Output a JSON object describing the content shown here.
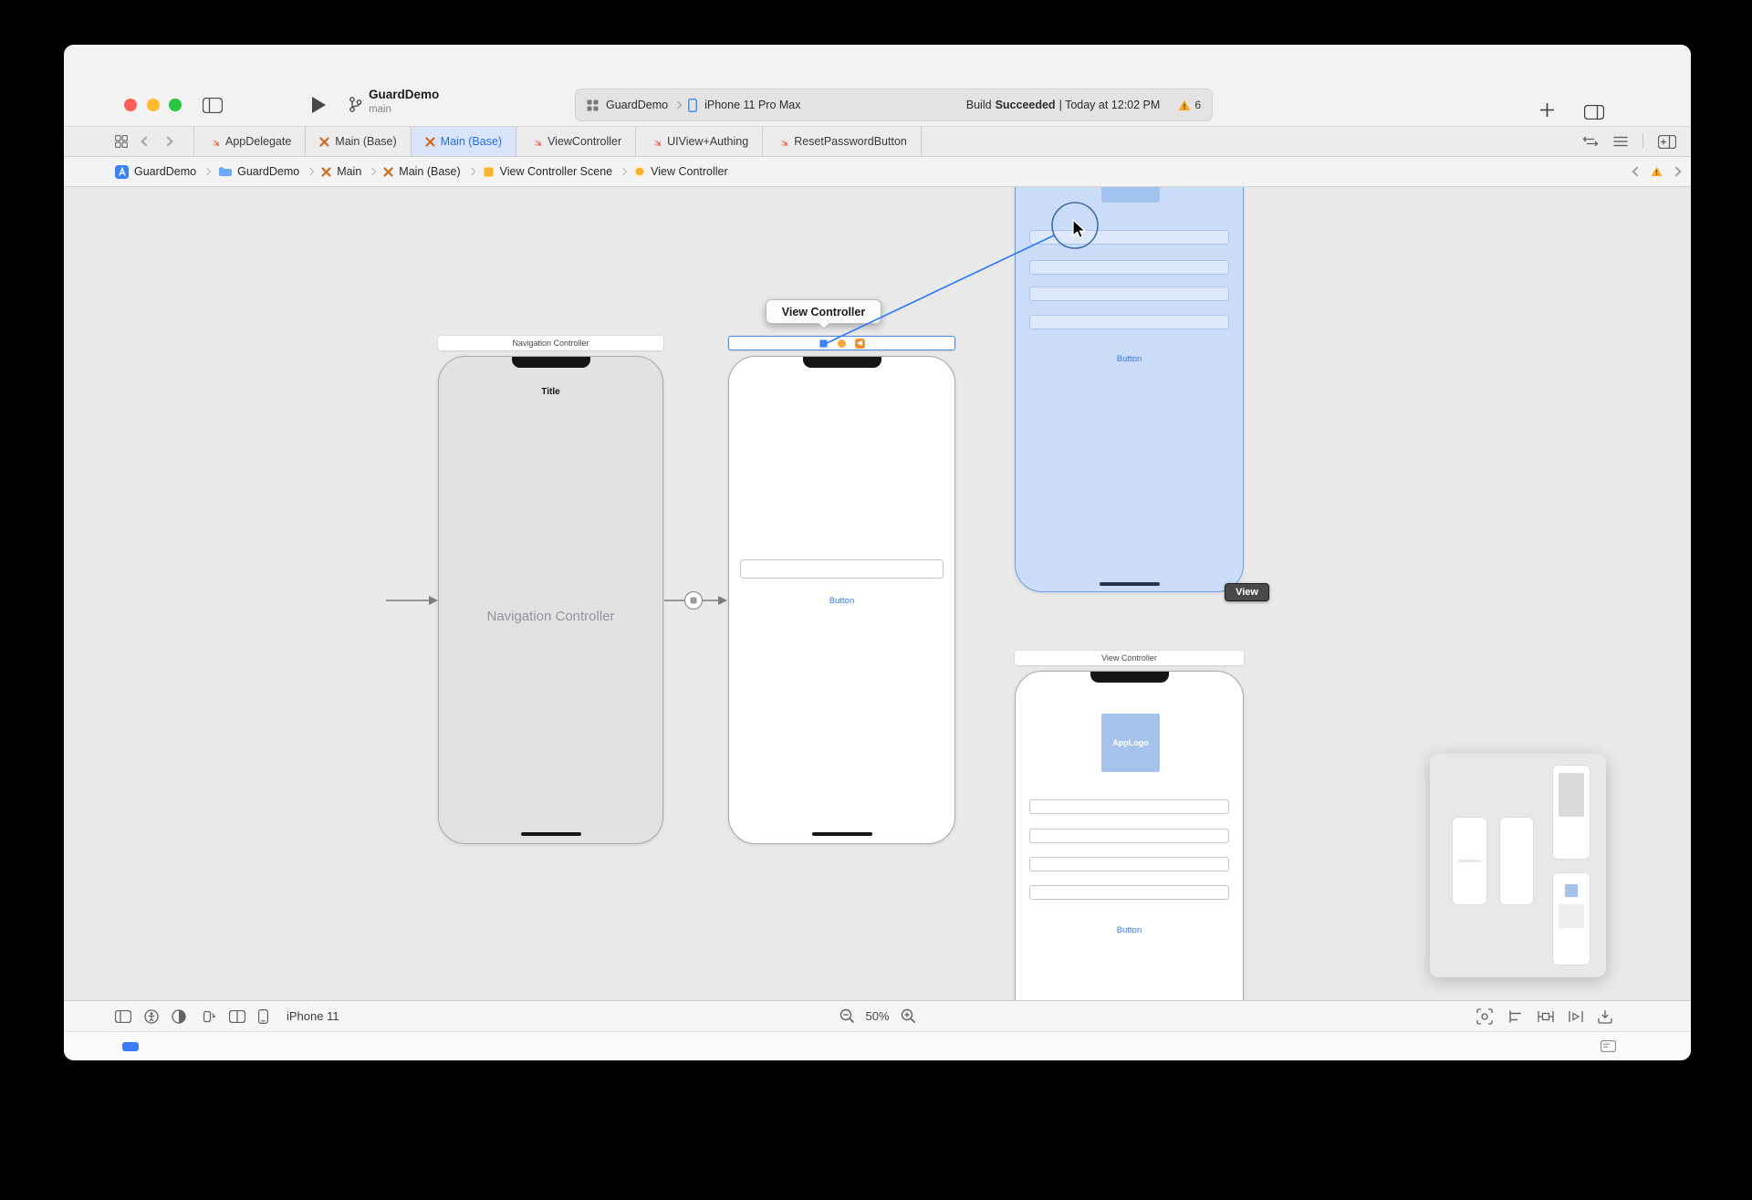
{
  "colors": {
    "accent": "#3478F6",
    "selection": "#2570E8",
    "warning": "#F6A823",
    "drag_line": "#2F7CF6",
    "scene_highlight": "#CBDCF8"
  },
  "titlebar": {
    "project": "GuardDemo",
    "branch": "main",
    "scheme_target": "GuardDemo",
    "run_destination": "iPhone 11 Pro Max",
    "build_prefix": "Build",
    "build_status": "Succeeded",
    "build_detail": "| Today at 12:02 PM",
    "warning_count": "6"
  },
  "tabbar": {
    "tabs": [
      {
        "label": "AppDelegate"
      },
      {
        "label": "Main (Base)"
      },
      {
        "label": "Main (Base)"
      },
      {
        "label": "ViewController"
      },
      {
        "label": "UIView+Authing"
      },
      {
        "label": "ResetPasswordButton"
      }
    ]
  },
  "jumpbar": {
    "items": [
      {
        "label": "GuardDemo"
      },
      {
        "label": "GuardDemo"
      },
      {
        "label": "Main"
      },
      {
        "label": "Main (Base)"
      },
      {
        "label": "View Controller Scene"
      },
      {
        "label": "View Controller"
      }
    ]
  },
  "canvas": {
    "drag_tooltip": "View Controller",
    "drop_target_tag": "View",
    "nav_scene": {
      "dock_title": "Navigation Controller",
      "bar_title": "Title",
      "center_label": "Navigation Controller"
    },
    "vc_scene": {
      "button": "Button"
    },
    "target_scene": {
      "button": "Button"
    },
    "login_scene": {
      "dock_title": "View Controller",
      "logo": "AppLogo",
      "button": "Button"
    }
  },
  "bottombar": {
    "device": "iPhone 11",
    "zoom": "50%"
  }
}
